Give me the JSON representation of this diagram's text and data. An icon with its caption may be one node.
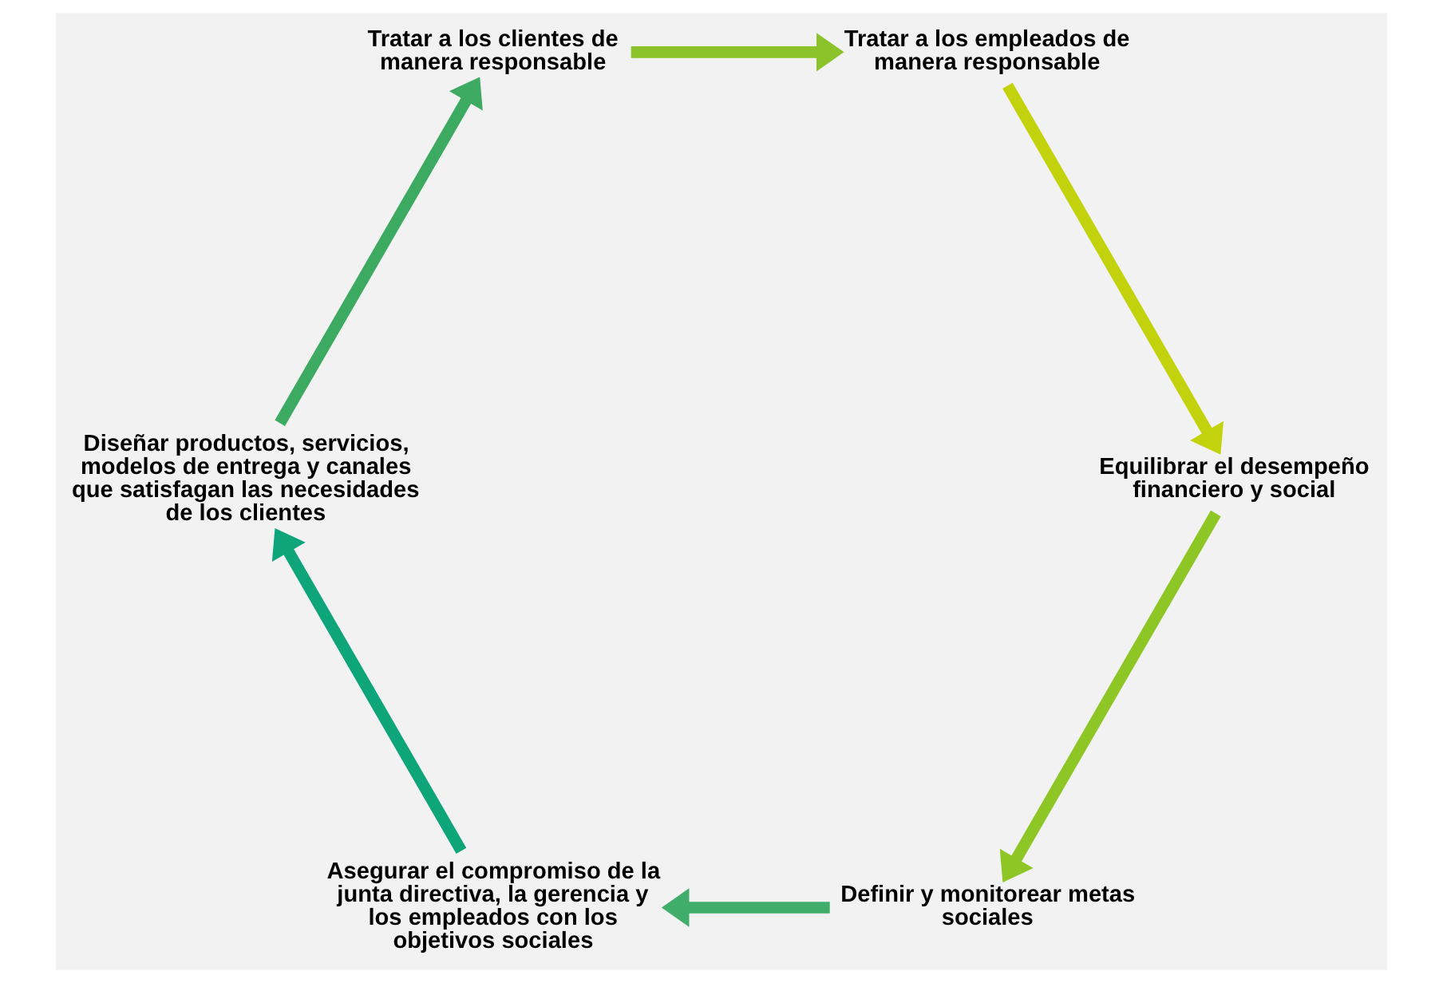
{
  "diagram": {
    "nodes": [
      {
        "text": [
          "Definir y monitorear metas sociales"
        ]
      },
      {
        "text": [
          "Asegurar el compromiso de la junta directiva, la gerencia y los empleados con los objetivos sociales"
        ]
      },
      {
        "text": [
          "Diseñar productos, servicios, modelos de entrega y canales que satisfagan las necesidades de los clientes"
        ]
      },
      {
        "text": [
          "Tratar a los clientes de manera responsable"
        ]
      },
      {
        "text": [
          "Tratar a los empleados de manera responsable"
        ]
      },
      {
        "text": [
          "Equilibrar el desempeño financiero y social"
        ]
      }
    ],
    "edges": [
      {
        "from": 0,
        "to": 1,
        "arrow": "to",
        "color": "#40ad6a"
      },
      {
        "from": 1,
        "to": 2,
        "arrow": "to",
        "color": "#0ea57a"
      },
      {
        "from": 2,
        "to": 3,
        "arrow": "to",
        "color": "#3daa62"
      },
      {
        "from": 3,
        "to": 4,
        "arrow": "to",
        "color": "#8cc22a"
      },
      {
        "from": 4,
        "to": 5,
        "arrow": "to",
        "color": "#c2d20c"
      },
      {
        "from": 5,
        "to": 0,
        "arrow": "to",
        "color": "#8ec626"
      }
    ]
  }
}
